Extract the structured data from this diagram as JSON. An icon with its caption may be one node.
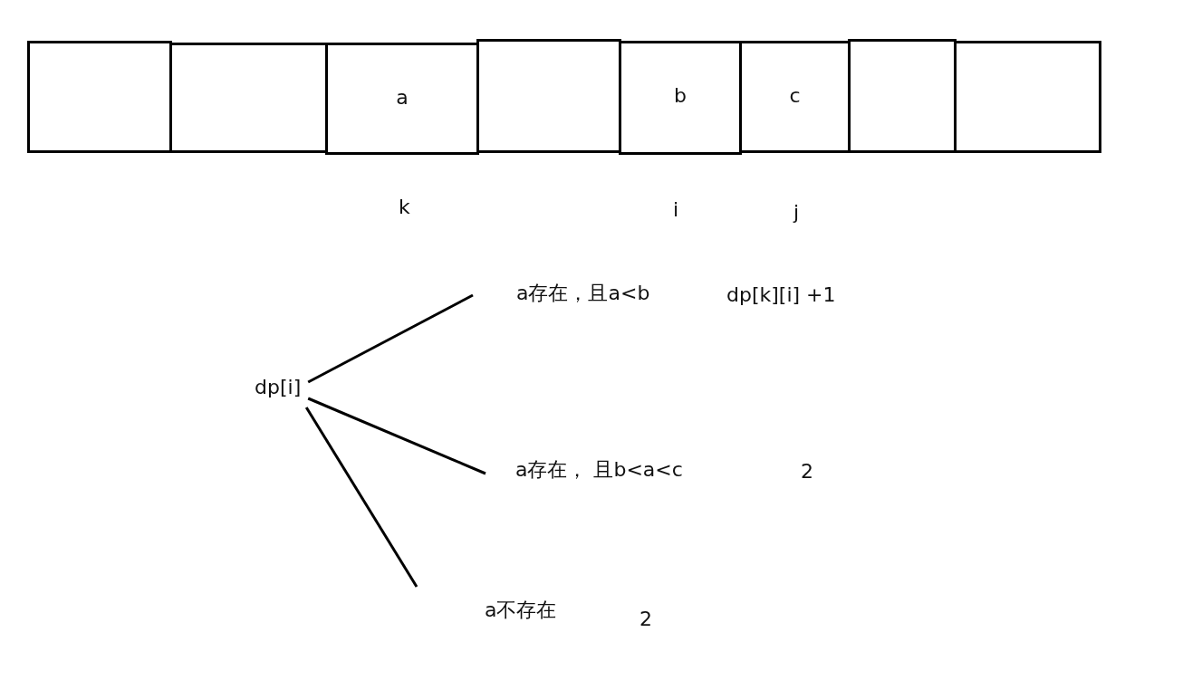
{
  "diagram": {
    "nodes": [
      {
        "text": [],
        "shape": "box"
      },
      {
        "text": [],
        "shape": "box"
      },
      {
        "text": [
          "a"
        ],
        "beside": [
          "k"
        ]
      },
      {
        "text": [],
        "shape": "box"
      },
      {
        "text": [
          "b"
        ],
        "beside": [
          "i"
        ]
      },
      {
        "text": [
          "c"
        ],
        "beside": [
          "j"
        ]
      },
      {
        "text": [],
        "shape": "box"
      },
      {
        "text": [],
        "shape": "box"
      },
      {
        "text": [
          "dp[i]"
        ]
      },
      {
        "text": [
          "a存在，且a<b"
        ]
      },
      {
        "text": [
          "a存在， 且b<a<c"
        ]
      },
      {
        "text": [
          "a不存在"
        ]
      }
    ],
    "labels": [
      "dp[k][i] +1",
      "2",
      "2"
    ],
    "edges": [
      {
        "from": 8,
        "to": 9,
        "arrow": "none"
      },
      {
        "from": 8,
        "to": 10,
        "arrow": "none"
      },
      {
        "from": 8,
        "to": 11,
        "arrow": "none"
      }
    ]
  }
}
